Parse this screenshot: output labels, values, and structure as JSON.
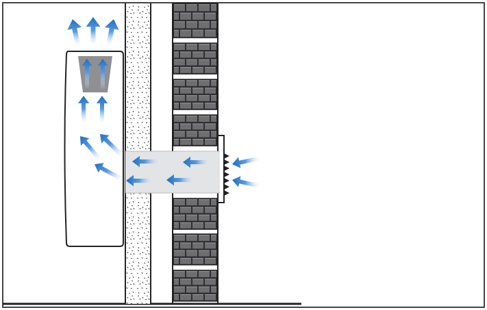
{
  "diagram": {
    "subject": "wall-ventilation-duct",
    "colors": {
      "frame": "#444444",
      "frame_fill": "#ffffff",
      "brick": "#6e6e70",
      "brick_mortar": "#2f2f31",
      "brick_highlight": "#9a9a9c",
      "insulation": "#ffffff",
      "duct": "#e2e4e6",
      "unit_fill": "#ffffff",
      "unit_stroke": "#222222",
      "vent_fill": "#8f9092",
      "arrow": "#1f6fc0",
      "grille": "#222222",
      "floor": "#222222"
    },
    "icons": {
      "airflow_arrow": "airflow-arrow-icon",
      "outlet_grille": "outlet-grille-icon",
      "exterior_grille": "exterior-grille-icon"
    },
    "arrow_groups": [
      "outdoor-intake",
      "duct-flow",
      "unit-intake",
      "unit-rising",
      "unit-outlet-top"
    ]
  }
}
